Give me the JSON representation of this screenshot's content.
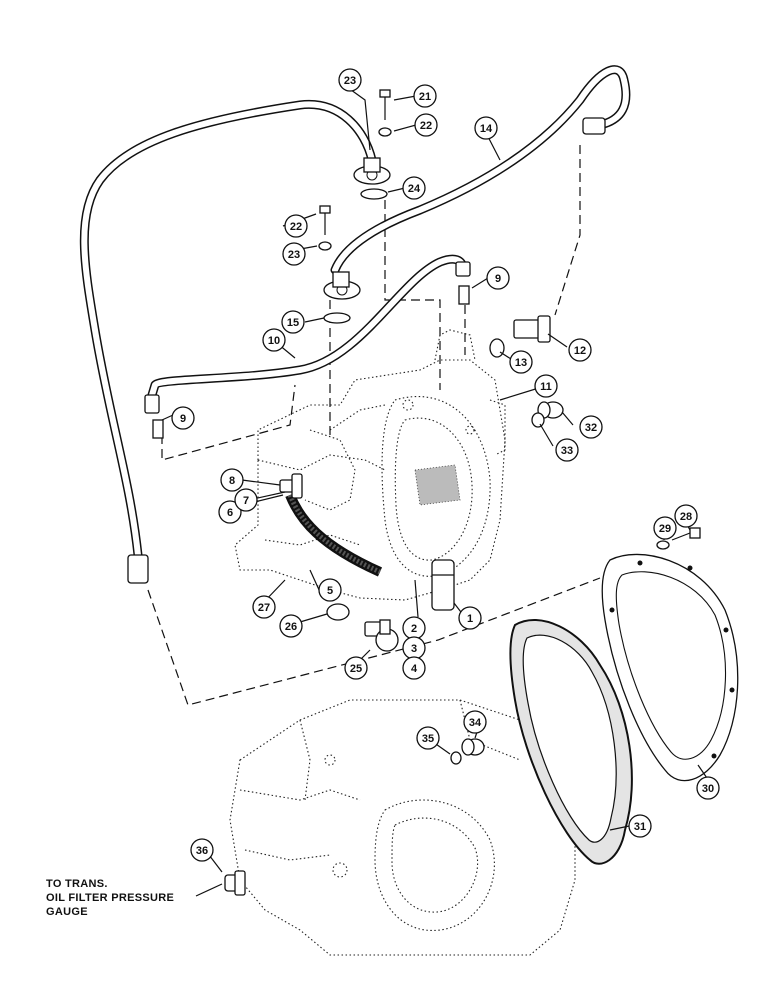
{
  "diagram": {
    "callouts": [
      "1",
      "2",
      "3",
      "4",
      "5",
      "6",
      "7",
      "8",
      "9",
      "9",
      "10",
      "11",
      "12",
      "13",
      "14",
      "15",
      "21",
      "22",
      "22",
      "23",
      "23",
      "24",
      "25",
      "26",
      "27",
      "28",
      "29",
      "30",
      "31",
      "32",
      "33",
      "34",
      "35",
      "36"
    ],
    "note_lines": [
      "TO TRANS.",
      "OIL FILTER PRESSURE",
      "GAUGE"
    ]
  }
}
